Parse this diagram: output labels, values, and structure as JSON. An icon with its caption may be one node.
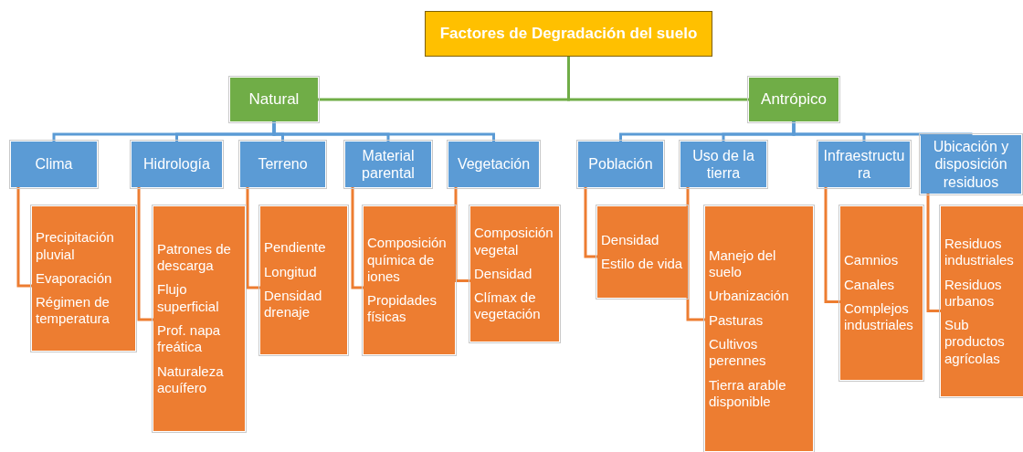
{
  "diagram": {
    "nodes": [
      {
        "text": [
          "Factores de Degradación del suelo"
        ]
      },
      {
        "text": [
          "Natural"
        ]
      },
      {
        "text": [
          "Antrópico"
        ]
      },
      {
        "text": [
          "Clima"
        ]
      },
      {
        "text": [
          "Hidrología"
        ]
      },
      {
        "text": [
          "Terreno"
        ]
      },
      {
        "text": [
          "Material parental"
        ]
      },
      {
        "text": [
          "Vegetación"
        ]
      },
      {
        "text": [
          "Población"
        ]
      },
      {
        "text": [
          "Uso de la tierra"
        ]
      },
      {
        "text": [
          "Infraestructura"
        ]
      },
      {
        "text": [
          "Ubicación y disposición residuos"
        ]
      },
      {
        "text": [
          "Precipitación pluvial",
          "Evaporación",
          "Régimen de temperatura"
        ]
      },
      {
        "text": [
          "Patrones de descarga",
          "Flujo superficial",
          "Prof. napa freática",
          "Naturaleza acuífero"
        ]
      },
      {
        "text": [
          "Pendiente",
          "Longitud",
          "Densidad drenaje"
        ]
      },
      {
        "text": [
          "Composición química de iones",
          "Propidades físicas"
        ]
      },
      {
        "text": [
          "Composición vegetal",
          "Densidad",
          "Clímax de vegetación"
        ]
      },
      {
        "text": [
          "Densidad",
          "Estilo de vida"
        ]
      },
      {
        "text": [
          "Manejo del suelo",
          "Urbanización",
          "Pasturas",
          "Cultivos perennes",
          "Tierra arable disponible"
        ]
      },
      {
        "text": [
          "Camnios",
          "Canales",
          "Complejos industriales"
        ]
      },
      {
        "text": [
          "Residuos industriales",
          "Residuos urbanos",
          "Sub productos agrícolas"
        ]
      }
    ],
    "edges": [
      {
        "from": 0,
        "to": 1,
        "arrow": "none",
        "color": "#70ad47"
      },
      {
        "from": 0,
        "to": 2,
        "arrow": "none",
        "color": "#70ad47"
      },
      {
        "from": 1,
        "to": 3,
        "arrow": "none"
      },
      {
        "from": 1,
        "to": 4,
        "arrow": "none"
      },
      {
        "from": 1,
        "to": 5,
        "arrow": "none"
      },
      {
        "from": 1,
        "to": 6,
        "arrow": "none"
      },
      {
        "from": 1,
        "to": 7,
        "arrow": "none"
      },
      {
        "from": 2,
        "to": 8,
        "arrow": "none"
      },
      {
        "from": 2,
        "to": 9,
        "arrow": "none"
      },
      {
        "from": 2,
        "to": 10,
        "arrow": "none"
      },
      {
        "from": 2,
        "to": 11,
        "arrow": "none"
      },
      {
        "from": 3,
        "to": 12,
        "arrow": "none",
        "color": "#ed7d31"
      },
      {
        "from": 4,
        "to": 13,
        "arrow": "none",
        "color": "#ed7d31"
      },
      {
        "from": 5,
        "to": 14,
        "arrow": "none",
        "color": "#ed7d31"
      },
      {
        "from": 6,
        "to": 15,
        "arrow": "none",
        "color": "#ed7d31"
      },
      {
        "from": 7,
        "to": 16,
        "arrow": "none",
        "color": "#ed7d31"
      },
      {
        "from": 8,
        "to": 17,
        "arrow": "none",
        "color": "#ed7d31"
      },
      {
        "from": 9,
        "to": 18,
        "arrow": "none",
        "color": "#ed7d31"
      },
      {
        "from": 10,
        "to": 19,
        "arrow": "none",
        "color": "#ed7d31"
      },
      {
        "from": 11,
        "to": 20,
        "arrow": "none",
        "color": "#ed7d31"
      }
    ]
  }
}
